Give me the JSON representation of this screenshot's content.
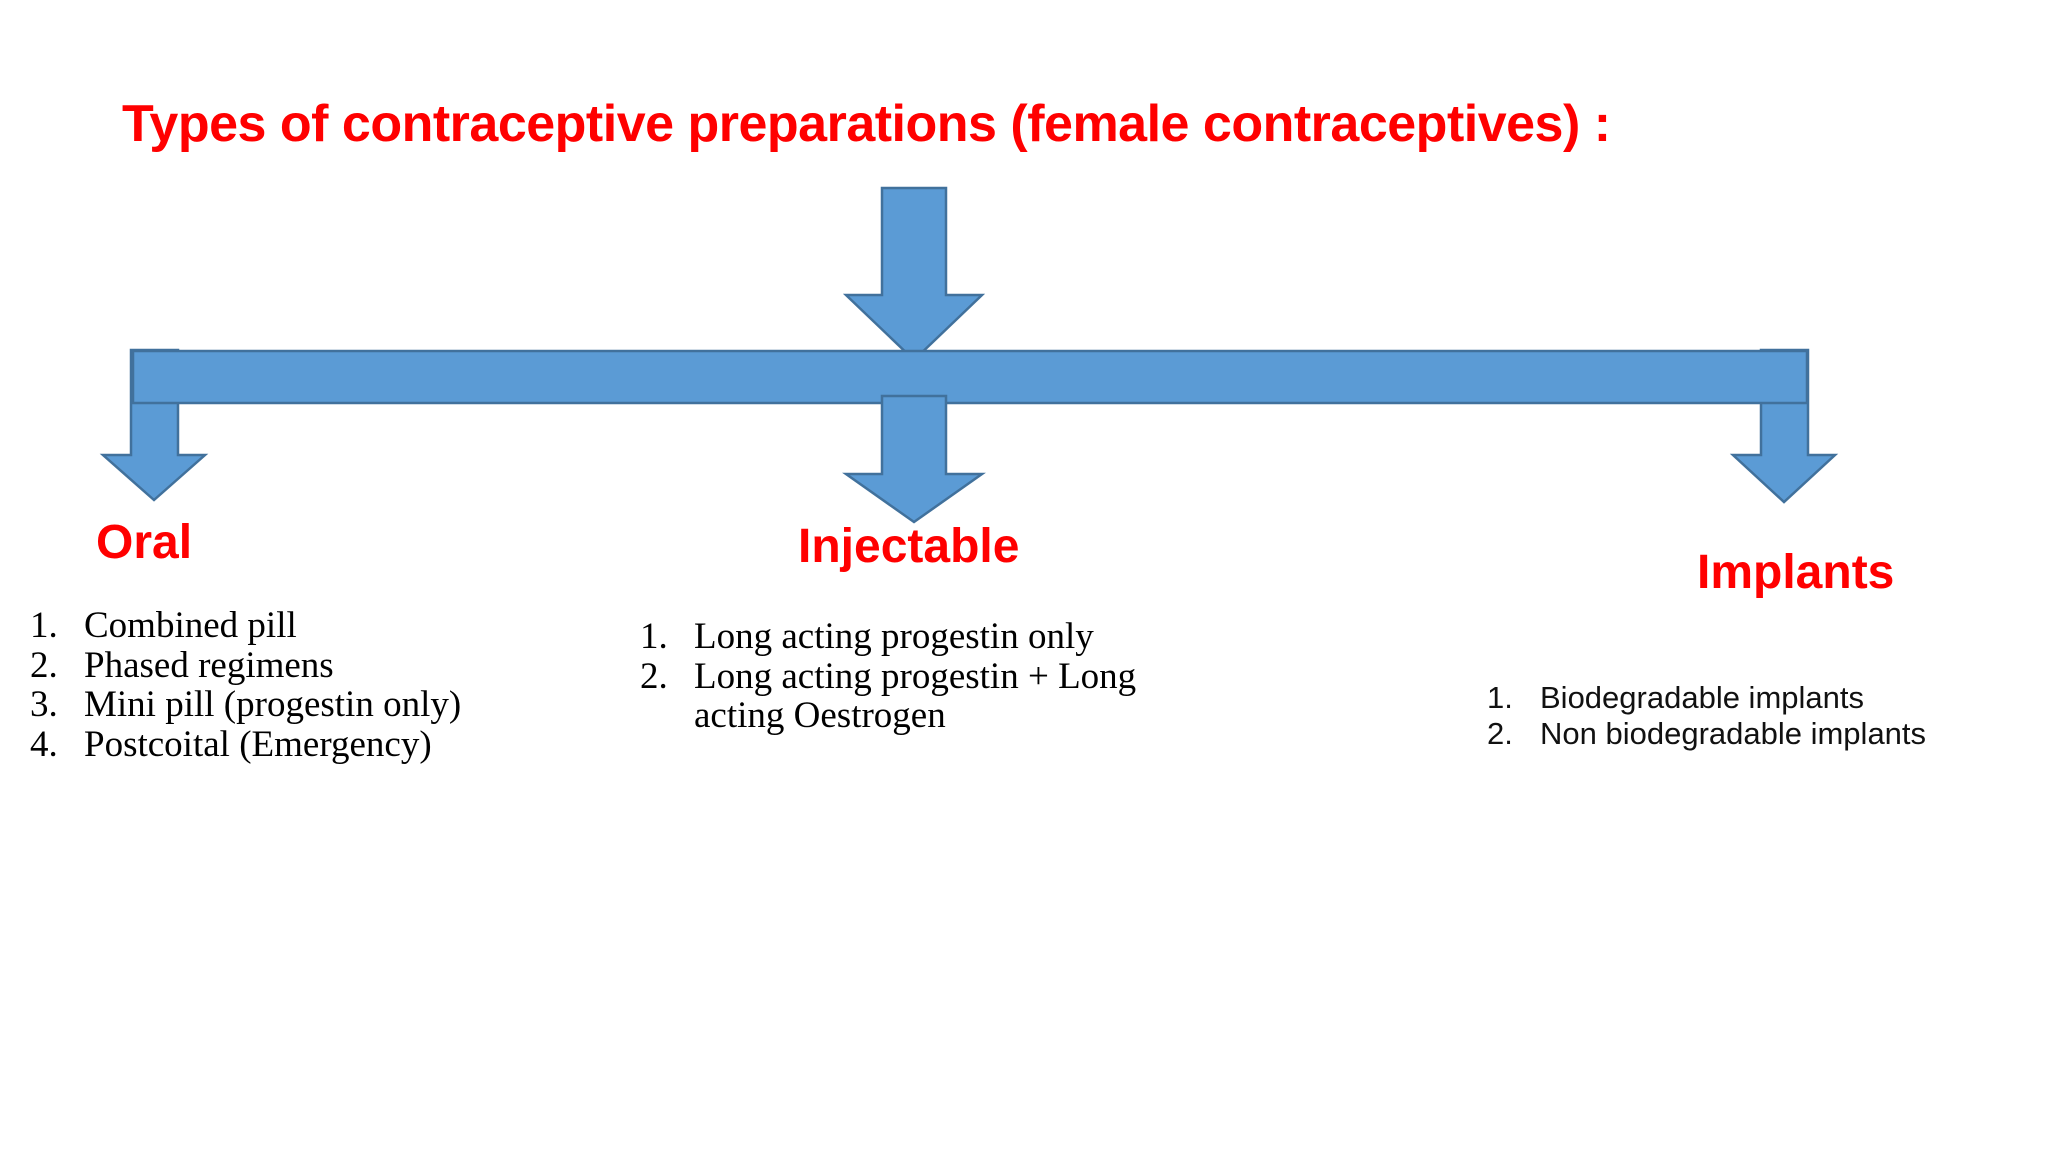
{
  "slide": {
    "title": "Types of contraceptive preparations (female contraceptives) :",
    "background_color": "#FFFFFF",
    "title_color": "#FF0000",
    "accent_color": "#5B9BD5",
    "accent_outline_color": "#41719C"
  },
  "diagram": {
    "type": "top-down-split",
    "top_arrow_name": "main-down-arrow",
    "branch_bar_name": "horizontal-connector-bar",
    "branches": [
      "Oral",
      "Injectable",
      "Implants"
    ]
  },
  "columns": [
    {
      "id": "oral",
      "header": "Oral",
      "items": [
        {
          "num": "1.",
          "text": "Combined pill"
        },
        {
          "num": "2.",
          "text": "Phased regimens"
        },
        {
          "num": "3.",
          "text": "Mini pill (progestin only)"
        },
        {
          "num": "4.",
          "text": "Postcoital (Emergency)"
        }
      ]
    },
    {
      "id": "injectable",
      "header": "Injectable",
      "items": [
        {
          "num": "1.",
          "text": "Long acting progestin only"
        },
        {
          "num": "2.",
          "text": "Long acting progestin + Long acting Oestrogen"
        }
      ]
    },
    {
      "id": "implants",
      "header": "Implants",
      "items": [
        {
          "num": "1.",
          "text": "Biodegradable implants"
        },
        {
          "num": "2.",
          "text": "Non biodegradable implants"
        }
      ]
    }
  ]
}
